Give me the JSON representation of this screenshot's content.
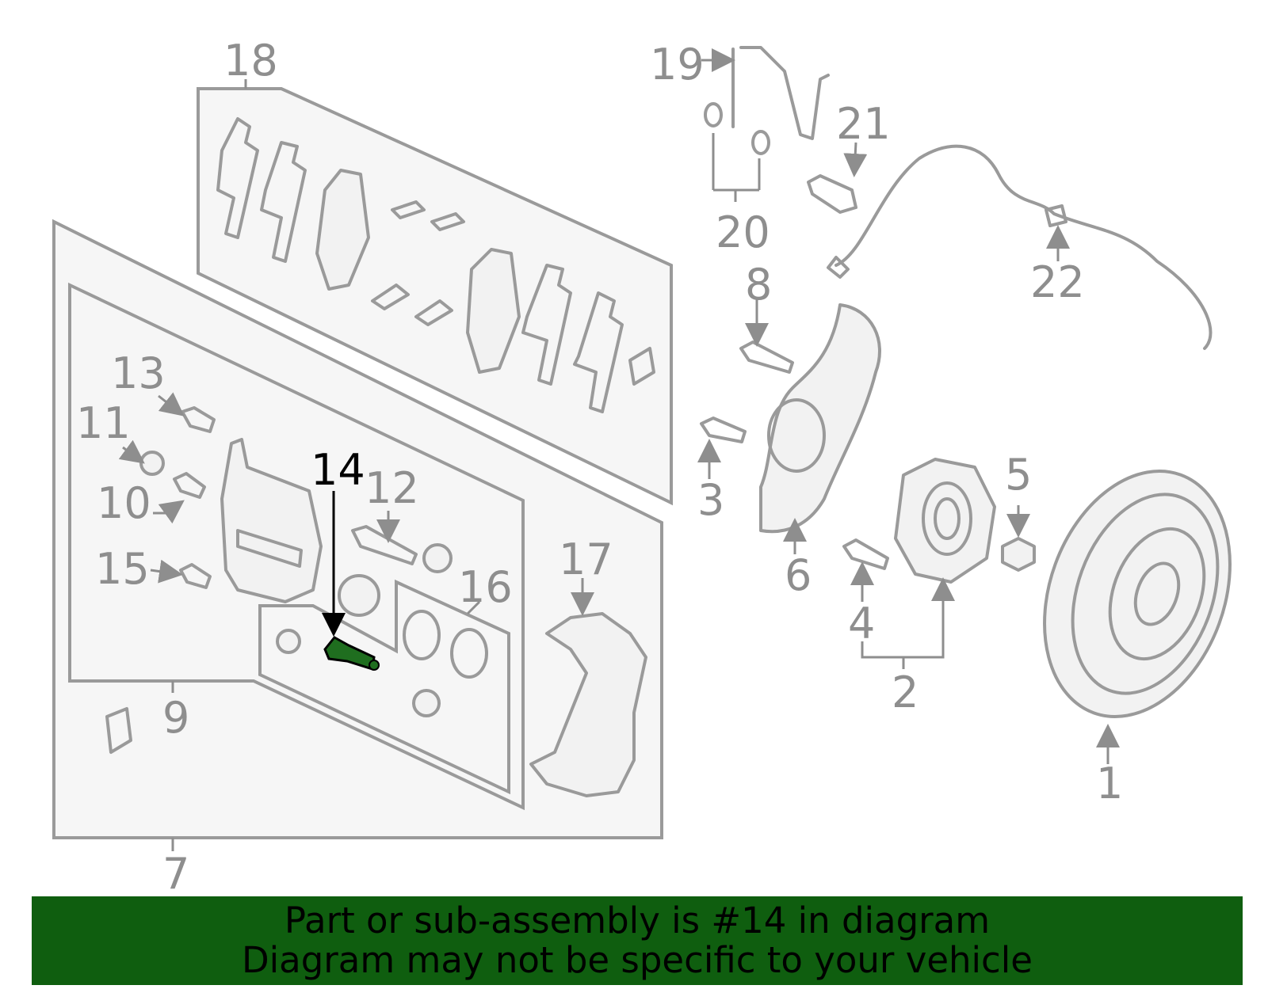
{
  "callouts": {
    "c1": "1",
    "c2": "2",
    "c3": "3",
    "c4": "4",
    "c5": "5",
    "c6": "6",
    "c7": "7",
    "c8": "8",
    "c9": "9",
    "c10": "10",
    "c11": "11",
    "c12": "12",
    "c13": "13",
    "c14": "14",
    "c15": "15",
    "c16": "16",
    "c17": "17",
    "c18": "18",
    "c19": "19",
    "c20": "20",
    "c21": "21",
    "c22": "22"
  },
  "highlight": {
    "part_number": "14",
    "color": "#1f6e1f"
  },
  "colors": {
    "line": "#9a9a9a",
    "banner": "#0f5e0f"
  },
  "footer": {
    "line1": "Part or sub-assembly is #14 in diagram",
    "line2": "Diagram may not be specific to your vehicle"
  }
}
